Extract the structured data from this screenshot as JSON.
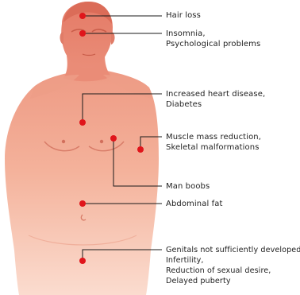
{
  "colors": {
    "body_fill": "#f7c4ae",
    "body_dark": "#ed9a85",
    "head_fill": "#e8826e",
    "marker": "#e0151b",
    "line": "#1a1a1a"
  },
  "labels": {
    "hair_loss": [
      "Hair loss"
    ],
    "insomnia": [
      "Insomnia,",
      "Psychological problems"
    ],
    "heart": [
      "Increased heart disease,",
      "Diabetes"
    ],
    "muscle": [
      "Muscle mass reduction,",
      "Skeletal malformations"
    ],
    "man_boobs": [
      "Man boobs"
    ],
    "abdominal": [
      "Abdominal fat"
    ],
    "genitals": [
      "Genitals not sufficiently developed,",
      "Infertility,",
      "Reduction of sexual desire,",
      "Delayed puberty"
    ]
  }
}
